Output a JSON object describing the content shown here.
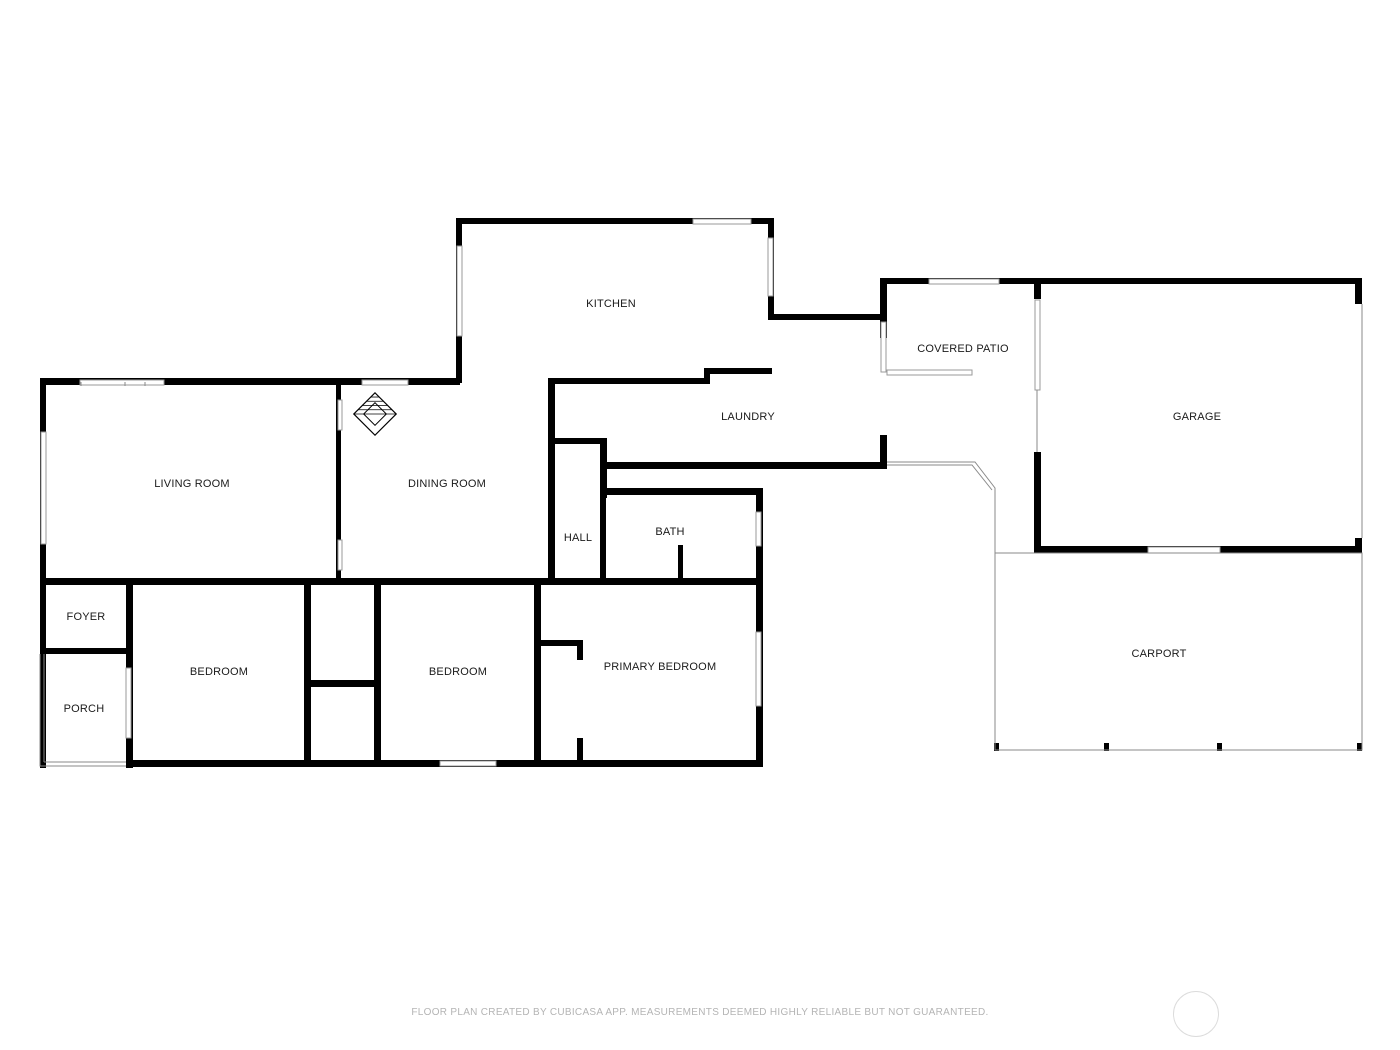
{
  "rooms": {
    "kitchen": "KITCHEN",
    "covered_patio": "COVERED PATIO",
    "laundry": "LAUNDRY",
    "garage": "GARAGE",
    "living_room": "LIVING ROOM",
    "dining_room": "DINING ROOM",
    "hall": "HALL",
    "bath": "BATH",
    "foyer": "FOYER",
    "bedroom_1": "BEDROOM",
    "bedroom_2": "BEDROOM",
    "primary_bedroom": "PRIMARY BEDROOM",
    "porch": "PORCH",
    "carport": "CARPORT"
  },
  "footer": {
    "disclaimer": "FLOOR PLAN CREATED BY CUBICASA APP. MEASUREMENTS DEEMED HIGHLY RELIABLE BUT NOT GUARANTEED."
  },
  "colors": {
    "wall": "#000000",
    "background": "#ffffff",
    "window": "#9a9a9a",
    "footer_text": "#b4b4b4"
  },
  "icons": {
    "fireplace": "fireplace-icon",
    "brand_logo": "cubicasa-logo"
  }
}
